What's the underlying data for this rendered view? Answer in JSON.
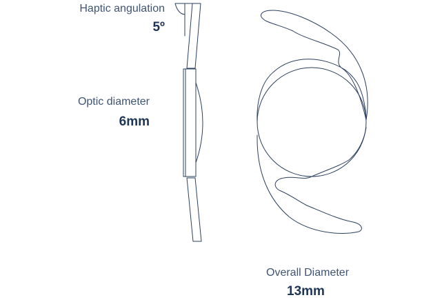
{
  "annotations": {
    "haptic_angulation": {
      "label": "Haptic angulation",
      "value": "5º"
    },
    "optic_diameter": {
      "label": "Optic diameter",
      "value": "6mm"
    },
    "overall_diameter": {
      "label": "Overall Diameter",
      "value": "13mm"
    }
  },
  "colors": {
    "line": "#2a3f5f",
    "label_text": "#3e5472",
    "value_text": "#1f3556",
    "background": "#ffffff"
  }
}
